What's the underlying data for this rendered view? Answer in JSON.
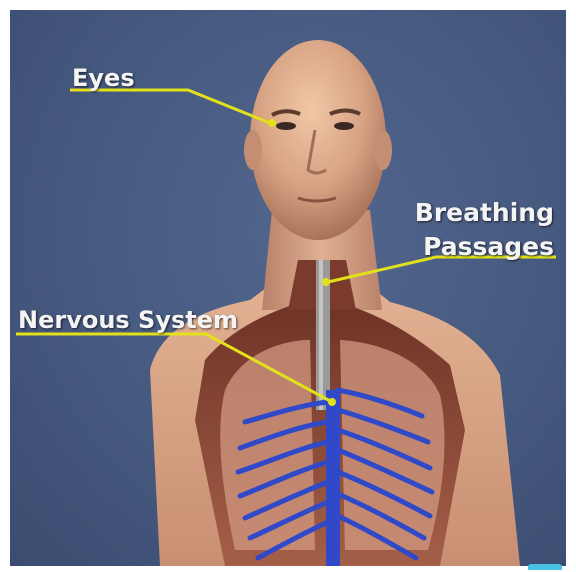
{
  "labels": {
    "eyes": "Eyes",
    "breathing_line1": "Breathing",
    "breathing_line2": "Passages",
    "nervous_system": "Nervous System"
  },
  "colors": {
    "background": "#46597f",
    "leader_line": "#e3e11a",
    "skin": "#d9a888",
    "nerves": "#2f49c9",
    "cavity": "#8a4a3a",
    "trachea": "#9a9a9a"
  },
  "figure": {
    "description_icon": "human-anatomy-illustration"
  }
}
